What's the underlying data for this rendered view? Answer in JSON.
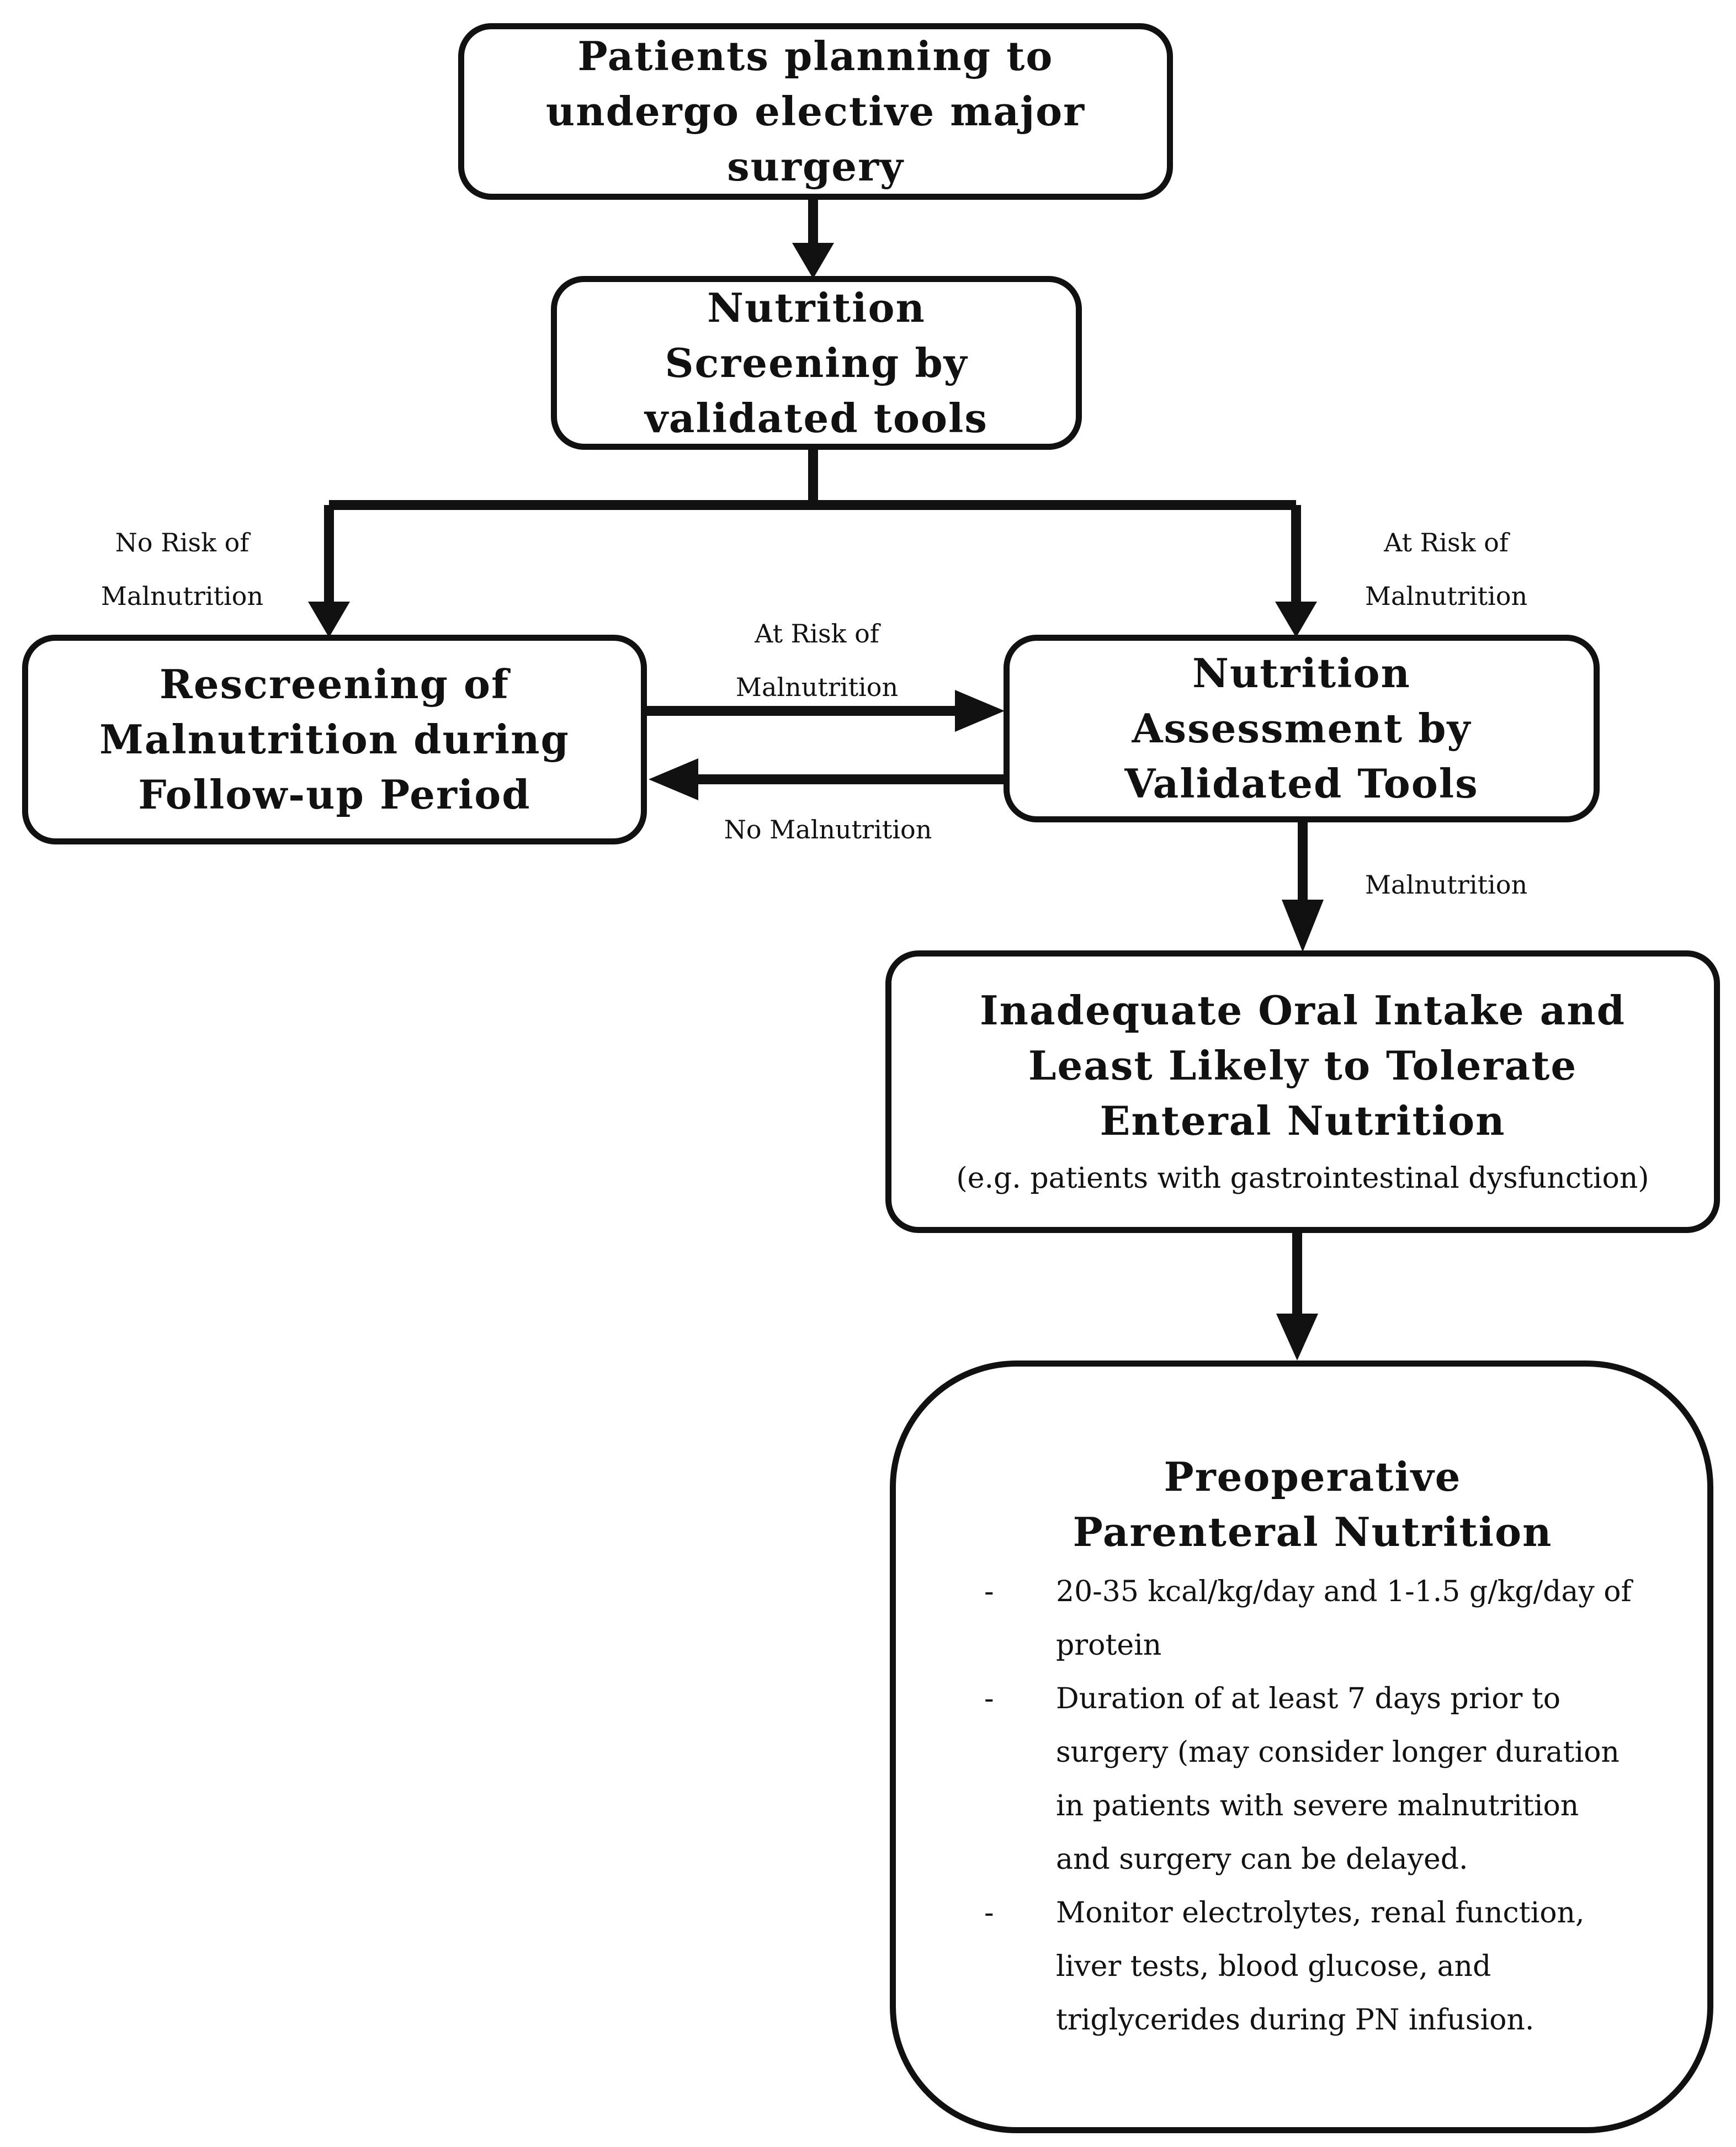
{
  "nodes": {
    "start": {
      "title": "Patients planning to undergo elective major surgery"
    },
    "screening": {
      "title": "Nutrition Screening by validated tools"
    },
    "rescreening": {
      "title": "Rescreening of Malnutrition during Follow-up Period"
    },
    "assessment": {
      "title": "Nutrition Assessment by Validated Tools"
    },
    "inadequate": {
      "title": "Inadequate Oral Intake and Least Likely to Tolerate Enteral Nutrition",
      "subtitle": "(e.g. patients with gastrointestinal dysfunction)"
    },
    "parenteral": {
      "title": "Preoperative Parenteral Nutrition",
      "bullets": [
        "20-35 kcal/kg/day and 1-1.5 g/kg/day of protein",
        "Duration of at least 7 days prior to surgery (may consider longer duration in patients with severe malnutrition and surgery can be delayed.",
        "Monitor electrolytes, renal function, liver tests, blood glucose, and triglycerides during PN infusion."
      ]
    }
  },
  "edge_labels": {
    "no_risk_left": "No Risk of Malnutrition",
    "at_risk_right": "At Risk of Malnutrition",
    "at_risk_middle": "At Risk of Malnutrition",
    "no_malnutrition": "No Malnutrition",
    "malnutrition": "Malnutrition"
  },
  "bullet_marker": "-"
}
